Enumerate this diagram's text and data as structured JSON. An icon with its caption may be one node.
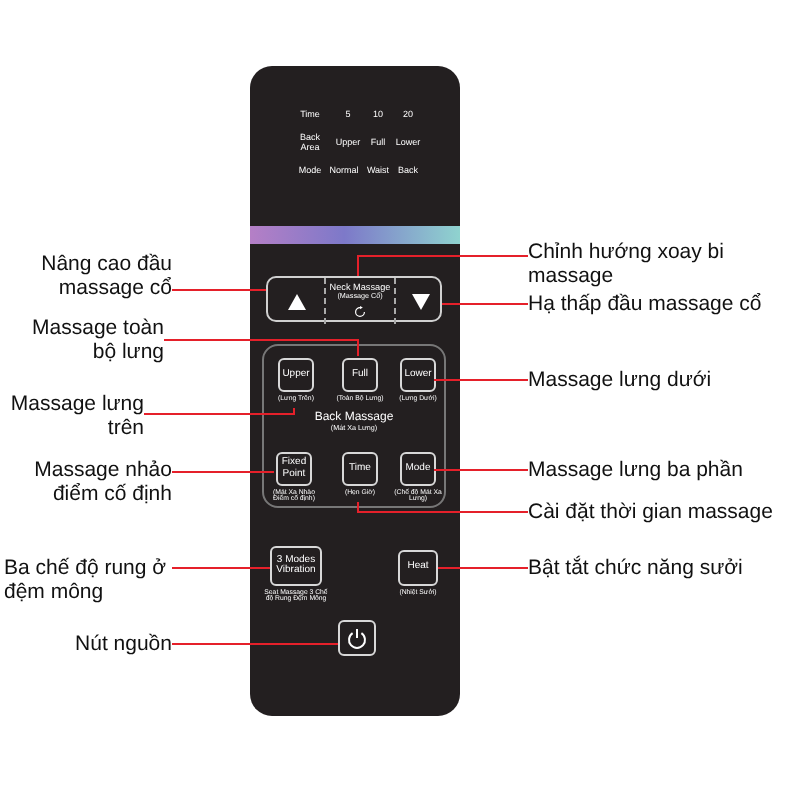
{
  "diagram": {
    "nodes": [
      {
        "text": [],
        "shape": "box"
      },
      {
        "text": [],
        "shape": "box",
        "in": 0
      },
      {
        "text": [],
        "shape": "box",
        "in": 1
      },
      {
        "text": [
          "Neck Massage",
          "(Massage Cổ)"
        ],
        "in": 1
      },
      {
        "text": [],
        "shape": "box",
        "in": 1
      },
      {
        "text": [
          "Back Massage",
          "(Mát Xa Lưng)"
        ],
        "in": 0
      },
      {
        "text": [
          "Upper"
        ],
        "beside": [
          "(Lưng Trên)"
        ],
        "in": 5
      },
      {
        "text": [
          "Full"
        ],
        "beside": [
          "(Toàn Bộ Lưng)"
        ],
        "in": 5
      },
      {
        "text": [
          "Lower"
        ],
        "beside": [
          "(Lưng Dưới)"
        ],
        "in": 5
      },
      {
        "text": [
          "Fixed Point"
        ],
        "beside": [
          "(Mát Xa Nhào Điểm cố định)"
        ],
        "in": 5
      },
      {
        "text": [
          "Time"
        ],
        "beside": [
          "(Hẹn Giờ)"
        ],
        "in": 5
      },
      {
        "text": [
          "Mode"
        ],
        "beside": [
          "(Chế độ Mát Xa Lưng)"
        ],
        "in": 5
      },
      {
        "text": [
          "3 Modes Vibration"
        ],
        "beside": [
          "Seat Massage 3 Chế độ Rung Đệm Mông"
        ],
        "in": 0
      },
      {
        "text": [
          "Heat"
        ],
        "beside": [
          "(Nhiệt Sưởi)"
        ],
        "in": 0
      },
      {
        "text": [],
        "shape": "box",
        "in": 0
      },
      {
        "text": [
          "Nâng cao đầu massage cổ"
        ]
      },
      {
        "text": [
          "Massage toàn bộ lưng"
        ]
      },
      {
        "text": [
          "Massage lưng trên"
        ]
      },
      {
        "text": [
          "Massage nhảo điểm cố định"
        ]
      },
      {
        "text": [
          "Ba chế độ rung ở đệm mông"
        ]
      },
      {
        "text": [
          "Nút nguồn"
        ]
      },
      {
        "text": [
          "Chỉnh hướng xoay bi massage"
        ]
      },
      {
        "text": [
          "Hạ thấp đầu massage cổ"
        ]
      },
      {
        "text": [
          "Massage lưng dưới"
        ]
      },
      {
        "text": [
          "Massage lưng ba phần"
        ]
      },
      {
        "text": [
          "Cài đặt thời gian massage"
        ]
      },
      {
        "text": [
          "Bật tắt chức năng sưởi"
        ]
      }
    ],
    "edges": [
      {
        "from": 15,
        "to": 2,
        "arrow": "none"
      },
      {
        "from": 16,
        "to": 7,
        "arrow": "none"
      },
      {
        "from": 17,
        "to": 6,
        "arrow": "none"
      },
      {
        "from": 18,
        "to": 9,
        "arrow": "none"
      },
      {
        "from": 19,
        "to": 12,
        "arrow": "none"
      },
      {
        "from": 20,
        "to": 14,
        "arrow": "none"
      },
      {
        "from": 21,
        "to": 3,
        "arrow": "none"
      },
      {
        "from": 22,
        "to": 4,
        "arrow": "none"
      },
      {
        "from": 23,
        "to": 8,
        "arrow": "none"
      },
      {
        "from": 24,
        "to": 11,
        "arrow": "none"
      },
      {
        "from": 25,
        "to": 10,
        "arrow": "none"
      },
      {
        "from": 26,
        "to": 13,
        "arrow": "none"
      }
    ],
    "labels": [
      "Time",
      "5",
      "10",
      "20",
      "Back Area",
      "Upper",
      "Full",
      "Lower",
      "Mode",
      "Normal",
      "Waist",
      "Back"
    ]
  }
}
